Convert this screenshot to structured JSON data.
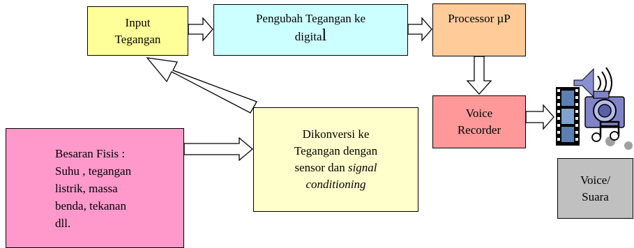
{
  "nodes": {
    "input": {
      "line1": "Input",
      "line2": "Tegangan"
    },
    "adc": {
      "line1": "Pengubah Tegangan ke",
      "line2a": "digita",
      "line2b": "l"
    },
    "processor": {
      "label": "Processor µP"
    },
    "recorder": {
      "line1": "Voice",
      "line2": "Recorder"
    },
    "converter": {
      "line1": "Dikonversi ke",
      "line2": "Tegangan dengan",
      "line3a": "sensor dan ",
      "line3b": "signal",
      "line4": "conditioning"
    },
    "physical": {
      "line1": "Besaran Fisis :",
      "line2": "Suhu , tegangan",
      "line3": "listrik, massa",
      "line4": "benda, tekanan",
      "line5": "dll."
    },
    "output": {
      "line1": "Voice/",
      "line2": "Suara"
    }
  },
  "colors": {
    "input": "#ffff99",
    "adc": "#ccffff",
    "processor": "#ffcc99",
    "recorder": "#ff9999",
    "converter": "#ffffcc",
    "physical": "#ff99cc",
    "output": "#c0c0c0"
  },
  "icons": {
    "clipart": "media-speaker-camera-film-icon"
  }
}
